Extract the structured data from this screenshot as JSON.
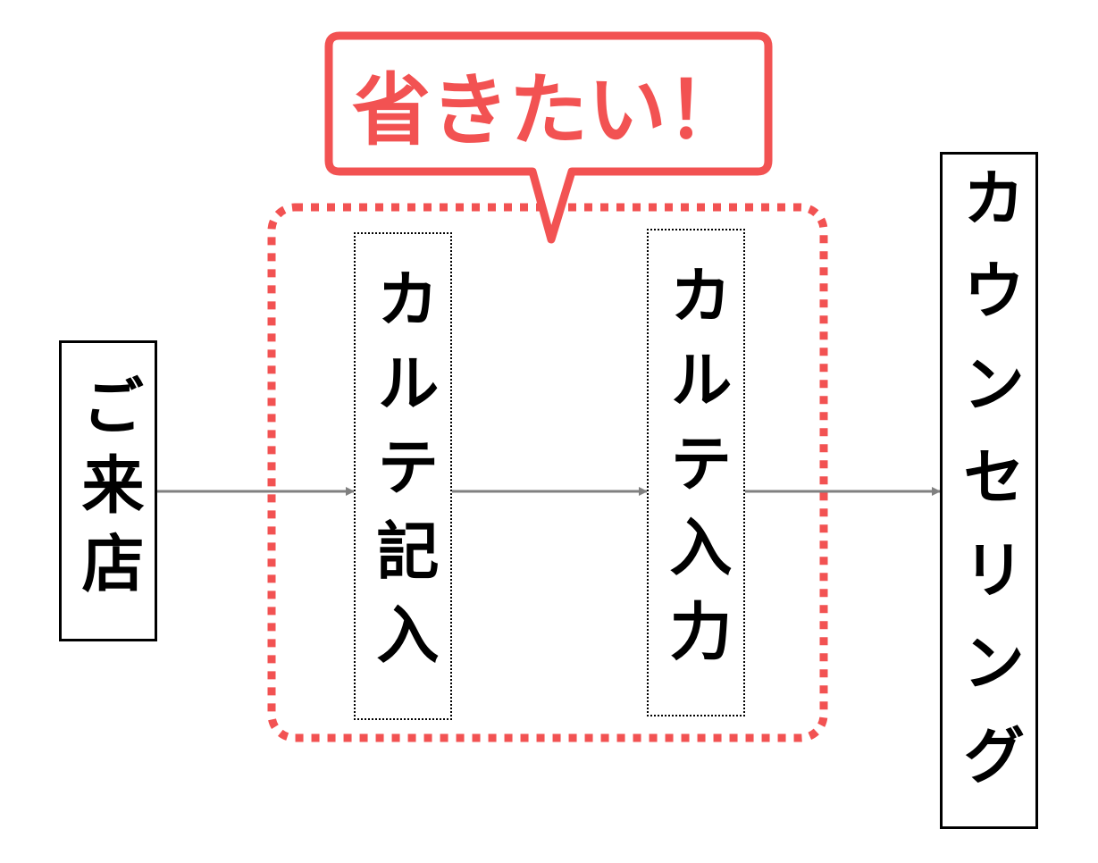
{
  "colors": {
    "accent": "#f25252",
    "arrow": "#808080",
    "box_border": "#000000"
  },
  "callout": {
    "text": "省きたい！"
  },
  "steps": [
    {
      "id": "visit",
      "label": "ご来店",
      "border": "solid"
    },
    {
      "id": "chart-write",
      "label": "カルテ記入",
      "border": "dotted"
    },
    {
      "id": "chart-input",
      "label": "カルテ入力",
      "border": "dotted"
    },
    {
      "id": "counseling",
      "label": "カウンセリング",
      "border": "solid"
    }
  ]
}
